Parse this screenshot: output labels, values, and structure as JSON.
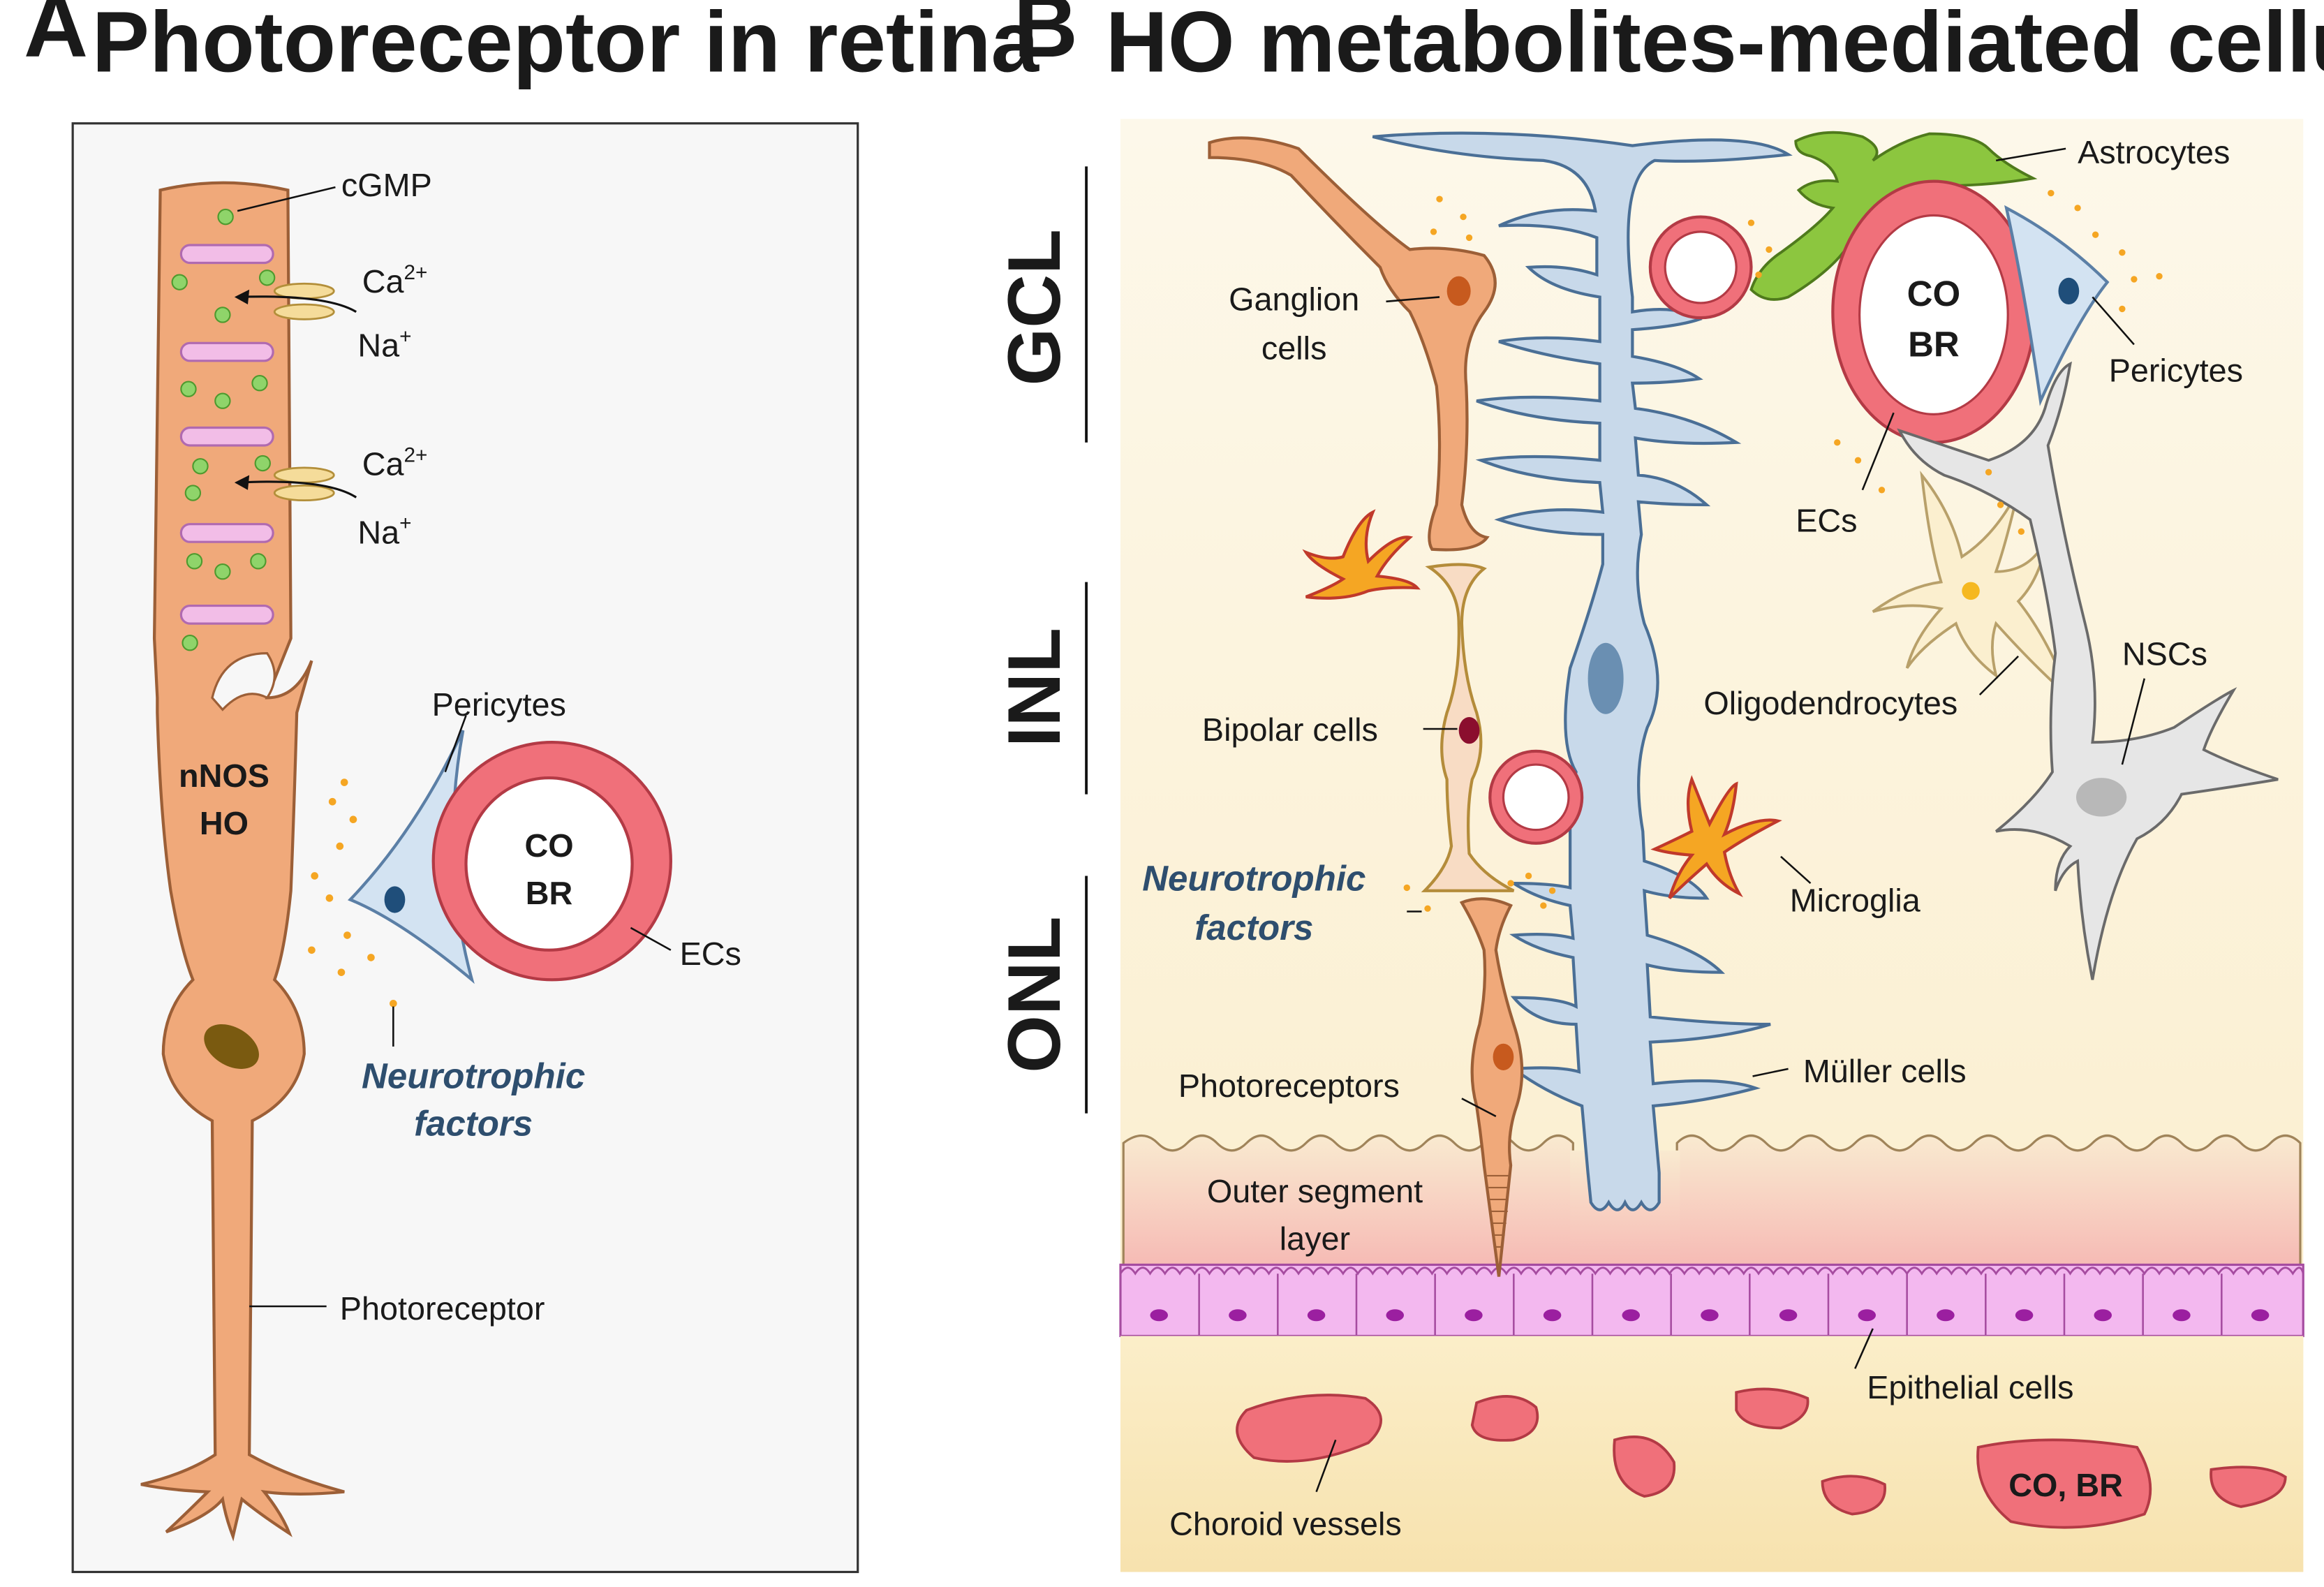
{
  "panel_a": {
    "letter": "A",
    "title": "Photoreceptor in retina",
    "labels": {
      "cgmp": "cGMP",
      "ca": "Ca",
      "ca_sup": "2+",
      "na": "Na",
      "na_sup": "+",
      "nnos": "nNOS",
      "ho": "HO",
      "pericytes": "Pericytes",
      "co": "CO",
      "br": "BR",
      "ecs": "ECs",
      "neurotrophic": "Neurotrophic",
      "factors": "factors",
      "photoreceptor": "Photoreceptor"
    }
  },
  "panel_b": {
    "letter": "B",
    "title": "HO metabolites-mediated cellular network in retina",
    "layers": {
      "gcl": "GCL",
      "inl": "INL",
      "onl": "ONL"
    },
    "labels": {
      "ganglion_1": "Ganglion",
      "ganglion_2": "cells",
      "astrocytes": "Astrocytes",
      "co": "CO",
      "br": "BR",
      "pericytes": "Pericytes",
      "ecs": "ECs",
      "oligodendrocytes": "Oligodendrocytes",
      "nscs": "NSCs",
      "bipolar": "Bipolar cells",
      "neurotrophic": "Neurotrophic",
      "factors": "factors",
      "microglia": "Microglia",
      "muller": "Müller cells",
      "photoreceptors": "Photoreceptors",
      "outer_segment_1": "Outer segment",
      "outer_segment_2": "layer",
      "epithelial": "Epithelial cells",
      "choroid": "Choroid vessels",
      "co_br": "CO, BR"
    }
  },
  "colors": {
    "photoreceptor_fill": "#f0a97a",
    "muller_fill": "#c8d9ea",
    "vessel_red": "#f0707a",
    "astrocyte_green": "#8cc63f",
    "microglia_orange": "#f5a623",
    "nsc_gray": "#e6e6e6",
    "oligo_cream": "#fbefcf",
    "epithelial_pink": "#f3b8ef",
    "neurotrophic_blue": "#2e4e6e"
  }
}
